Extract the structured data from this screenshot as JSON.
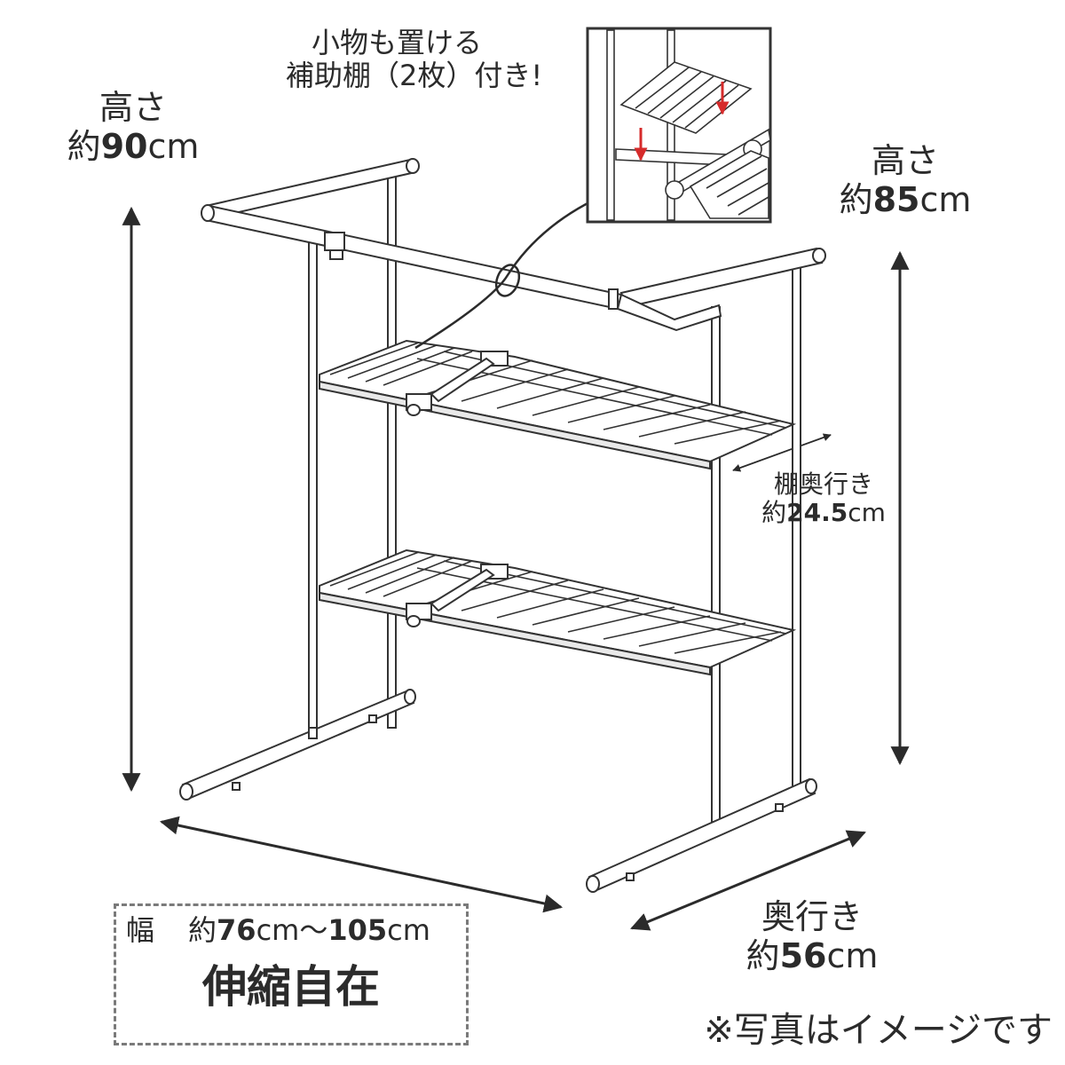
{
  "callout": {
    "line1": "小物も置ける",
    "line2": "補助棚（2枚）付き!"
  },
  "height_left": {
    "label": "高さ",
    "prefix": "約",
    "value": "90",
    "unit": "cm"
  },
  "height_right": {
    "label": "高さ",
    "prefix": "約",
    "value": "85",
    "unit": "cm"
  },
  "shelf_depth": {
    "label": "棚奥行き",
    "prefix": "約",
    "value": "24.5",
    "unit": "cm"
  },
  "width_box": {
    "label": "幅",
    "prefix": "約",
    "value_from": "76",
    "unit1": "cm",
    "tilde": "～",
    "value_to": "105",
    "unit2": "cm",
    "tagline": "伸縮自在"
  },
  "depth_total": {
    "label": "奥行き",
    "prefix": "約",
    "value": "56",
    "unit": "cm"
  },
  "note": "※写真はイメージです",
  "colors": {
    "arrow": "#2b2b2b",
    "frame_stroke": "#333333",
    "frame_fill": "#ffffff",
    "accent_red": "#d62b2b",
    "dash_border": "#7a7a7a"
  }
}
